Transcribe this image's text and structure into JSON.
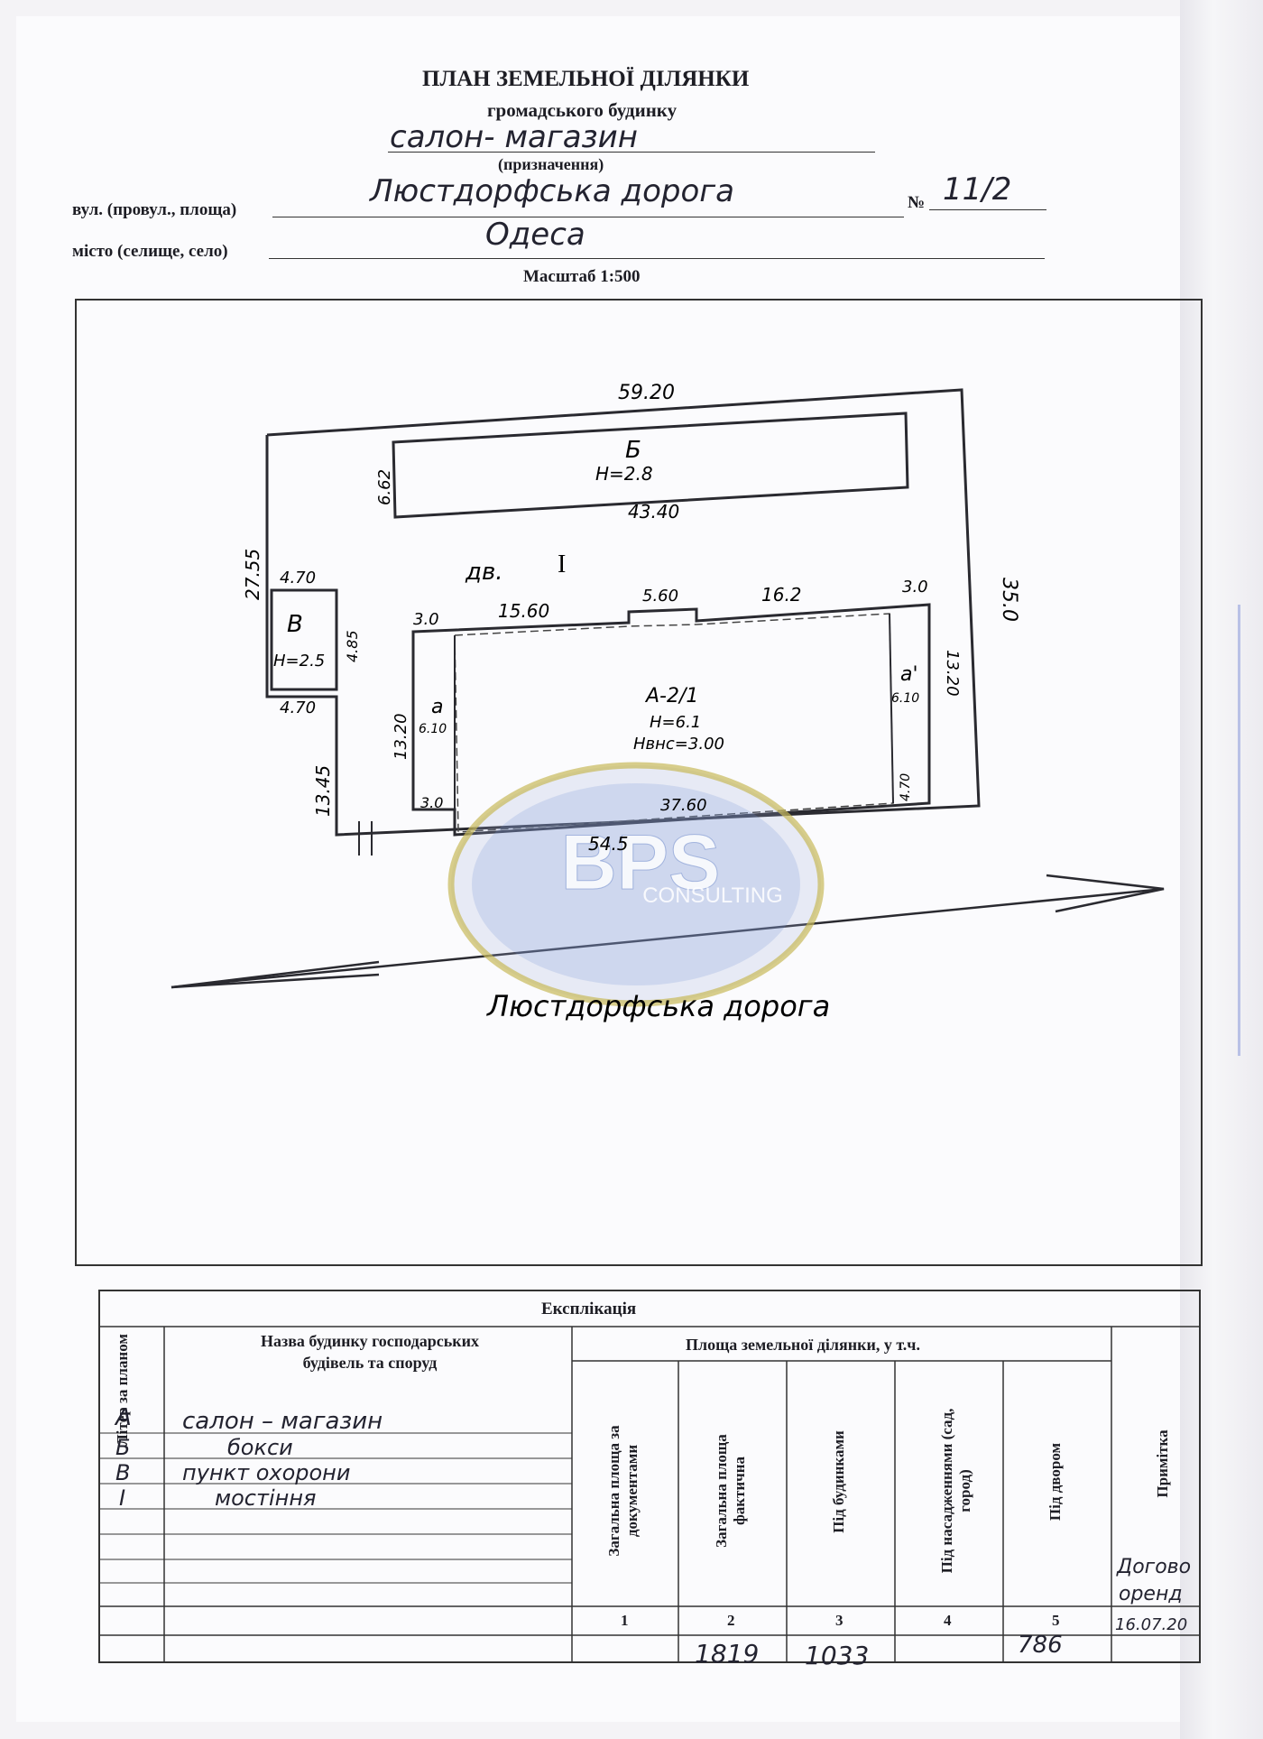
{
  "header": {
    "title": "ПЛАН ЗЕМЕЛЬНОЇ ДІЛЯНКИ",
    "subtitle": "громадського будинку",
    "purpose_value": "салон- магазин",
    "purpose_label": "(призначення)",
    "street_label": "вул. (провул., площа)",
    "street_value": "Люстдорфська дорога",
    "number_label": "№",
    "number_value": "11/2",
    "city_label": "місто (селище, село)",
    "city_value": "Одеса",
    "scale": "Масштаб 1:500"
  },
  "plan": {
    "dim_top": "59.20",
    "dim_right": "35.0",
    "dim_left": "27.55",
    "dim_left_lower": "13.45",
    "dim_bottom": "54.5",
    "building_b": {
      "letter": "Б",
      "height": "Н=2.8",
      "width": "43.40",
      "depth": "6.62"
    },
    "building_v": {
      "letter": "В",
      "height": "Н=2.5",
      "width_top": "4.70",
      "width_bottom": "4.70",
      "depth": "4.85"
    },
    "building_a": {
      "letter": "А-2/1",
      "height": "Н=6.1",
      "height_b": "Нвнс=3.00",
      "d1": "3.0",
      "d2": "15.60",
      "d3": "5.60",
      "d4": "16.2",
      "d5": "3.0",
      "d_bottom": "37.60",
      "d_bottom_left": "3.0",
      "d_left": "13.20",
      "d_right": "13.20"
    },
    "annex_a": {
      "letter": "а",
      "value": "6.10"
    },
    "annex_a1": {
      "letter": "а'",
      "value": "6.10",
      "small": "4.70"
    },
    "yard_label": "дв.",
    "yard_numeral": "І",
    "road_label": "Люстдорфська дорога",
    "watermark": {
      "main": "BPS",
      "sub": "CONSULTING"
    }
  },
  "explication": {
    "title": "Експлікація",
    "col_letter": "Літер за планом",
    "col_name": "Назва будинку господарських будівель та споруд",
    "area_group": "Площа земельної ділянки, у т.ч.",
    "col_area_docs": "Загальна площа за документами",
    "col_area_actual": "Загальна площа фактична",
    "col_buildings": "Під будинками",
    "col_plantings": "Під насадженнями (сад, город)",
    "col_yard": "Під двором",
    "col_note": "Примітка",
    "col_numbers": [
      "1",
      "2",
      "3",
      "4",
      "5"
    ],
    "rows": [
      {
        "letter": "А",
        "name": "салон – магазин"
      },
      {
        "letter": "Б",
        "name": "бокси"
      },
      {
        "letter": "В",
        "name": "пункт охорони"
      },
      {
        "letter": "І",
        "name": "мостіння"
      }
    ],
    "totals": {
      "area_docs": "",
      "area_actual": "1819",
      "buildings": "1033",
      "plantings": "",
      "yard": "786"
    },
    "note_text": [
      "Догово",
      "оренд",
      "16.07.20"
    ]
  }
}
